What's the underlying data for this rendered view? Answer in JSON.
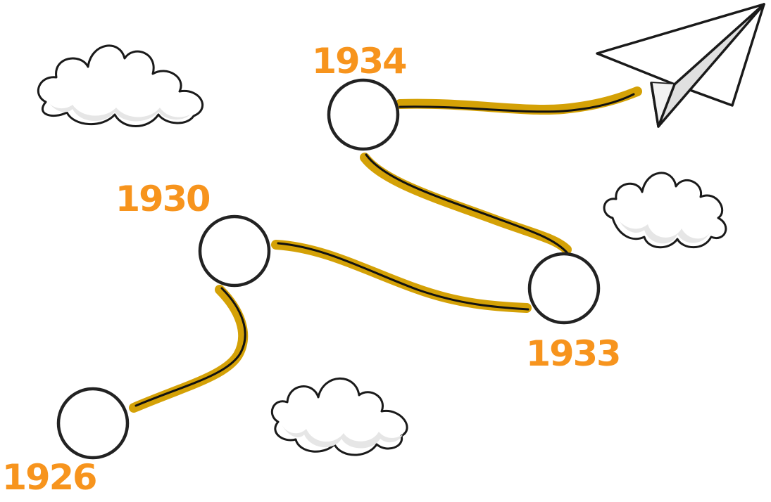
{
  "colors": {
    "background": "#ffffff",
    "year_label": "#f7941d",
    "path_highlight": "#d4a106",
    "path_line": "#111111",
    "node_outline": "#222222",
    "cloud_shadow": "#e6e6e6"
  },
  "milestones": [
    {
      "year": "1926"
    },
    {
      "year": "1930"
    },
    {
      "year": "1933"
    },
    {
      "year": "1934"
    }
  ],
  "decorations": {
    "end_icon": "paper-plane-icon",
    "background_icon": "cloud-icon"
  }
}
